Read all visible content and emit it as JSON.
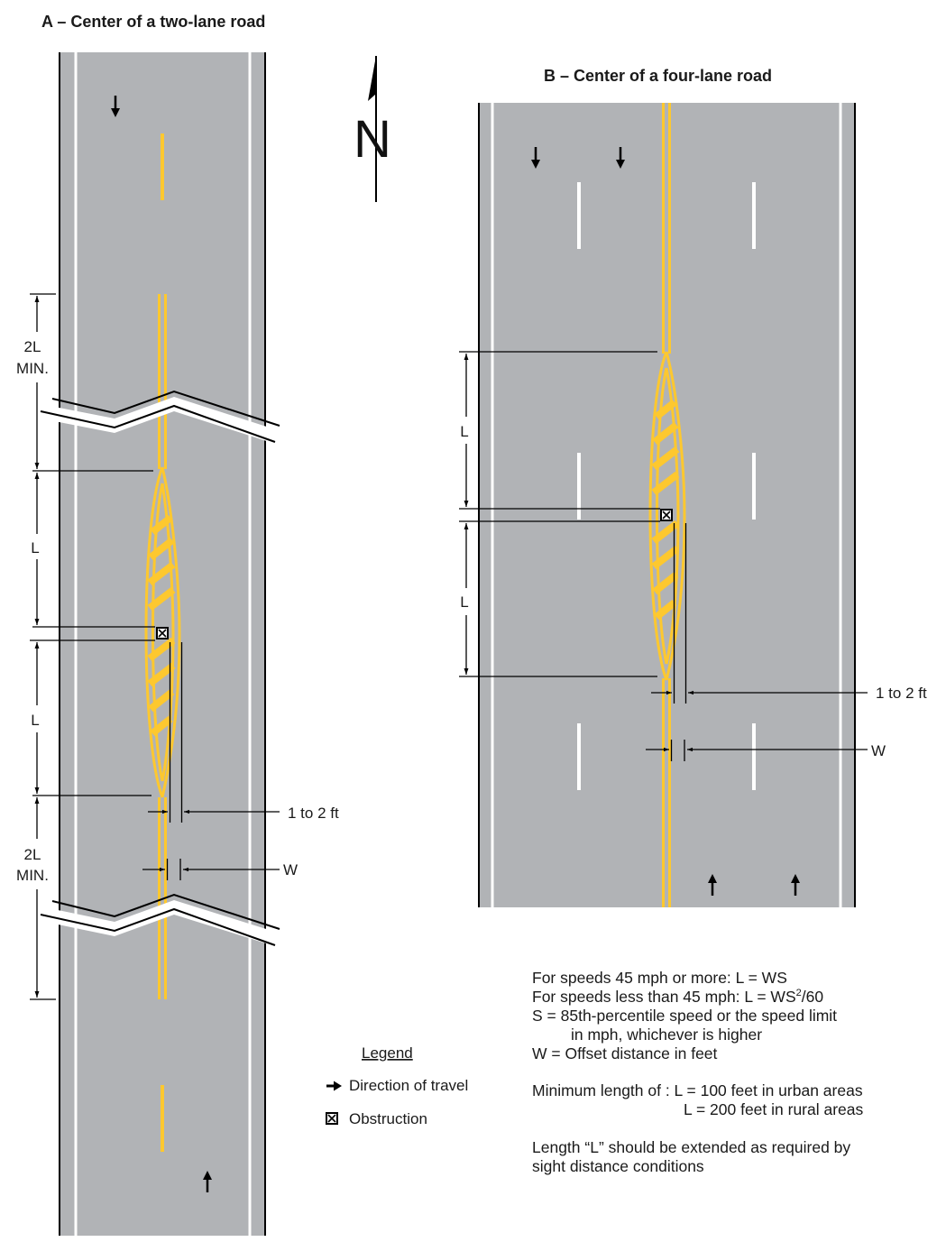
{
  "panel_a": {
    "title": "A – Center of a two-lane road",
    "label_2l_top_line1": "2L",
    "label_2l_top_line2": "MIN.",
    "label_l_top": "L",
    "label_l_bottom": "L",
    "label_2l_bottom_line1": "2L",
    "label_2l_bottom_line2": "MIN.",
    "label_offset_range": "1 to 2 ft",
    "label_w": "W"
  },
  "panel_b": {
    "title": "B – Center of a four-lane road",
    "label_l_top": "L",
    "label_l_bottom": "L",
    "label_offset_range": "1 to 2 ft",
    "label_w": "W"
  },
  "north_arrow": {
    "letter": "N"
  },
  "legend": {
    "title": "Legend",
    "items": [
      {
        "icon": "arrow-right-icon",
        "label": "Direction of travel"
      },
      {
        "icon": "obstruction-box-icon",
        "label": "Obstruction"
      }
    ]
  },
  "notes": {
    "line1": "For speeds 45 mph or more: L = WS",
    "line2_main": "For speeds less than 45 mph: L = WS",
    "line2_sup": "2",
    "line2_end": "/60",
    "line3": "S  =  85th-percentile speed or the speed limit",
    "line4": "in mph, whichever is higher",
    "line5": "W =  Offset distance in feet",
    "line6": "Minimum length of : L = 100 feet in urban areas",
    "line7": "L = 200 feet in rural areas",
    "line8": "Length “L” should be extended as required by",
    "line9": "sight distance conditions"
  },
  "colors": {
    "road": "#b1b3b6",
    "edge_line": "#ffffff",
    "center_line": "#fdc82f",
    "border": "#000000"
  }
}
